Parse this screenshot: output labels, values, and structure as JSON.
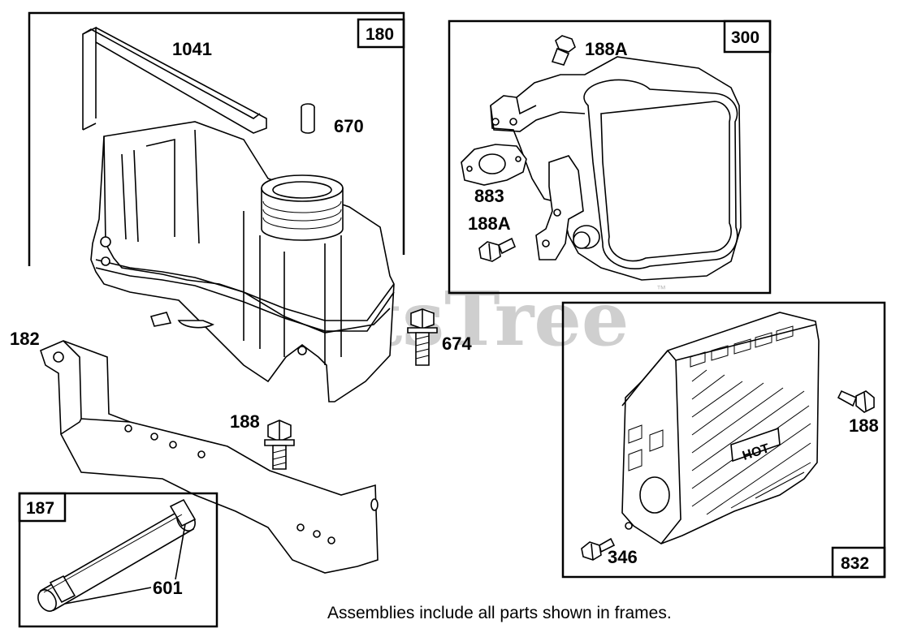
{
  "watermark": {
    "text": "PartsTree",
    "trademark": "™"
  },
  "frames": [
    {
      "id": "frame-180",
      "number": "180"
    },
    {
      "id": "frame-300",
      "number": "300"
    },
    {
      "id": "frame-832",
      "number": "832"
    },
    {
      "id": "frame-187",
      "number": "187"
    }
  ],
  "callouts": {
    "fuel_tank_bracket": "1041",
    "bushing": "670",
    "bracket": "182",
    "tank_bolt": "674",
    "bracket_bolt": "188",
    "muffler_screw_top": "188A",
    "gasket": "883",
    "muffler_screw_lower": "188A",
    "guard_screw_right": "188",
    "guard_screw_left": "346",
    "fuel_line_clamp": "601"
  },
  "footer_note": "Assemblies include all parts shown in frames."
}
